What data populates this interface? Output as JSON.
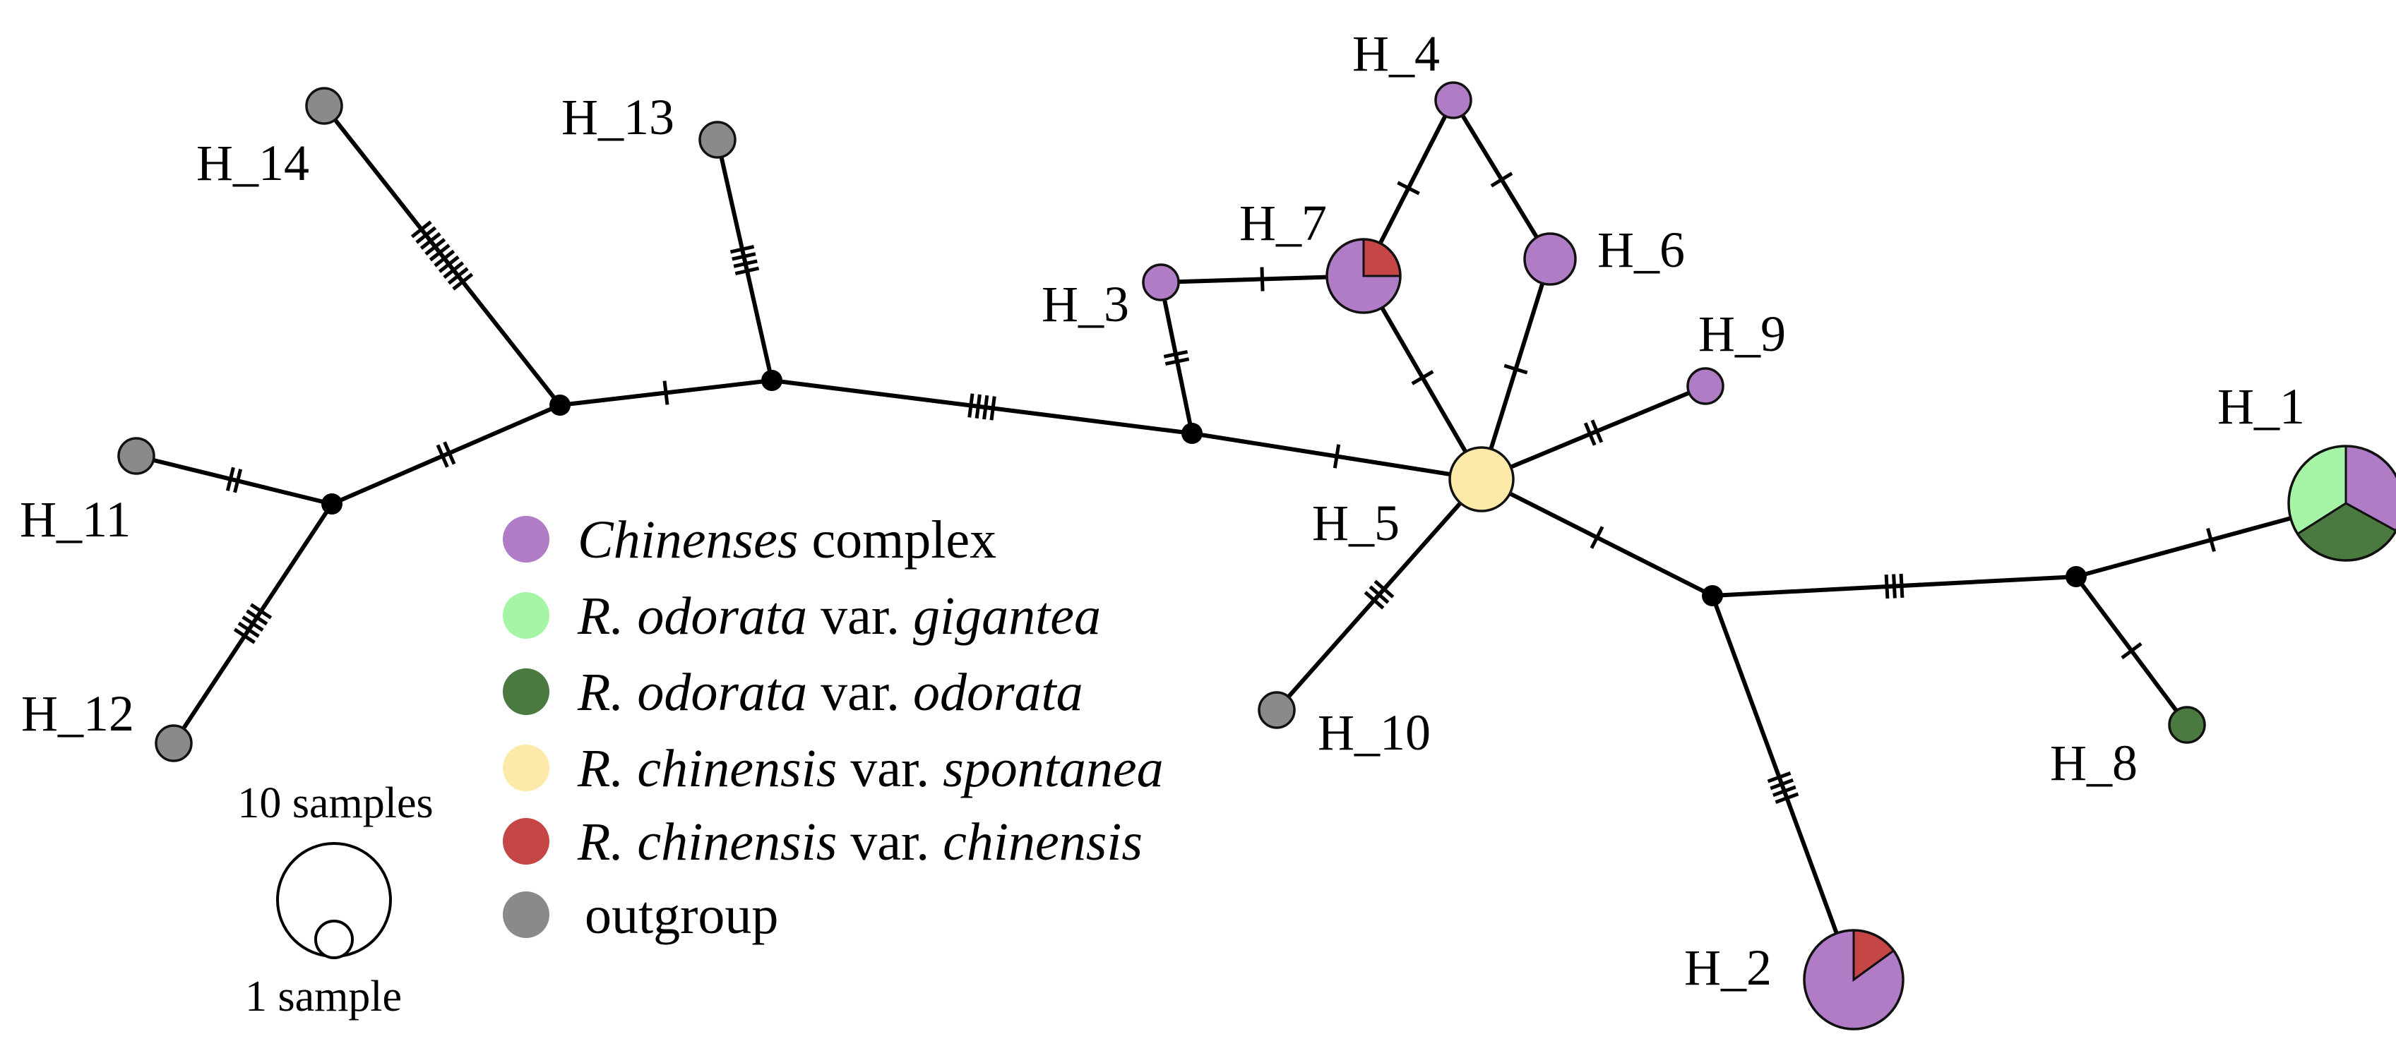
{
  "colors": {
    "chinenses": "#b07cc6",
    "gigantea": "#a6f5a6",
    "odorata": "#4a7a40",
    "spontanea": "#fdeaa8",
    "chinensis": "#c64545",
    "outgroup": "#8a8a8a",
    "median": "#000000"
  },
  "legend": {
    "items": [
      {
        "key": "chinenses",
        "italic": "Chinenses",
        "rest": " complex",
        "rest_italic": ""
      },
      {
        "key": "gigantea",
        "italic": "R. odorata",
        "rest": " var. ",
        "rest_italic": "gigantea"
      },
      {
        "key": "odorata",
        "italic": "R. odorata",
        "rest": " var. ",
        "rest_italic": "odorata"
      },
      {
        "key": "spontanea",
        "italic": "R. chinensis",
        "rest": " var. ",
        "rest_italic": "spontanea"
      },
      {
        "key": "chinensis",
        "italic": "R. chinensis",
        "rest": " var. ",
        "rest_italic": "chinensis"
      },
      {
        "key": "outgroup",
        "italic": "",
        "rest": "outgroup",
        "rest_italic": ""
      }
    ]
  },
  "scale": {
    "large_label": "10 samples",
    "small_label": "1 sample"
  },
  "haplotypes": [
    {
      "id": "H_1",
      "label": "H_1",
      "composition": [
        {
          "key": "chinenses",
          "frac": 0.33
        },
        {
          "key": "odorata",
          "frac": 0.33
        },
        {
          "key": "gigantea",
          "frac": 0.34
        }
      ]
    },
    {
      "id": "H_2",
      "label": "H_2",
      "composition": [
        {
          "key": "chinenses",
          "frac": 0.85
        },
        {
          "key": "chinensis",
          "frac": 0.15
        }
      ]
    },
    {
      "id": "H_3",
      "label": "H_3",
      "composition": [
        {
          "key": "chinenses",
          "frac": 1
        }
      ]
    },
    {
      "id": "H_4",
      "label": "H_4",
      "composition": [
        {
          "key": "chinenses",
          "frac": 1
        }
      ]
    },
    {
      "id": "H_5",
      "label": "H_5",
      "composition": [
        {
          "key": "spontanea",
          "frac": 1
        }
      ]
    },
    {
      "id": "H_6",
      "label": "H_6",
      "composition": [
        {
          "key": "chinenses",
          "frac": 1
        }
      ]
    },
    {
      "id": "H_7",
      "label": "H_7",
      "composition": [
        {
          "key": "chinenses",
          "frac": 0.75
        },
        {
          "key": "chinensis",
          "frac": 0.25
        }
      ]
    },
    {
      "id": "H_8",
      "label": "H_8",
      "composition": [
        {
          "key": "odorata",
          "frac": 1
        }
      ]
    },
    {
      "id": "H_9",
      "label": "H_9",
      "composition": [
        {
          "key": "chinenses",
          "frac": 1
        }
      ]
    },
    {
      "id": "H_10",
      "label": "H_10",
      "composition": [
        {
          "key": "outgroup",
          "frac": 1
        }
      ]
    },
    {
      "id": "H_11",
      "label": "H_11",
      "composition": [
        {
          "key": "outgroup",
          "frac": 1
        }
      ]
    },
    {
      "id": "H_12",
      "label": "H_12",
      "composition": [
        {
          "key": "outgroup",
          "frac": 1
        }
      ]
    },
    {
      "id": "H_13",
      "label": "H_13",
      "composition": [
        {
          "key": "outgroup",
          "frac": 1
        }
      ]
    },
    {
      "id": "H_14",
      "label": "H_14",
      "composition": [
        {
          "key": "outgroup",
          "frac": 1
        }
      ]
    }
  ],
  "edges": [
    {
      "from": "H_14",
      "to": "m1",
      "mutations": 10
    },
    {
      "from": "m1",
      "to": "m2",
      "mutations": 1
    },
    {
      "from": "m1",
      "to": "m3",
      "mutations": 2
    },
    {
      "from": "H_11",
      "to": "m3",
      "mutations": 2
    },
    {
      "from": "H_12",
      "to": "m3",
      "mutations": 5
    },
    {
      "from": "H_13",
      "to": "m2",
      "mutations": 4
    },
    {
      "from": "m2",
      "to": "m4",
      "mutations": 4
    },
    {
      "from": "m4",
      "to": "H_3",
      "mutations": 2
    },
    {
      "from": "H_3",
      "to": "H_7",
      "mutations": 1
    },
    {
      "from": "m4",
      "to": "H_5",
      "mutations": 1
    },
    {
      "from": "H_7",
      "to": "H_5",
      "mutations": 1
    },
    {
      "from": "H_7",
      "to": "H_4",
      "mutations": 1
    },
    {
      "from": "H_4",
      "to": "H_6",
      "mutations": 1
    },
    {
      "from": "H_6",
      "to": "H_5",
      "mutations": 1
    },
    {
      "from": "H_5",
      "to": "H_9",
      "mutations": 2
    },
    {
      "from": "H_5",
      "to": "H_10",
      "mutations": 3
    },
    {
      "from": "H_5",
      "to": "m5",
      "mutations": 1
    },
    {
      "from": "m5",
      "to": "H_2",
      "mutations": 4
    },
    {
      "from": "m5",
      "to": "m6",
      "mutations": 3
    },
    {
      "from": "m6",
      "to": "H_1",
      "mutations": 1
    },
    {
      "from": "m6",
      "to": "H_8",
      "mutations": 1
    }
  ]
}
